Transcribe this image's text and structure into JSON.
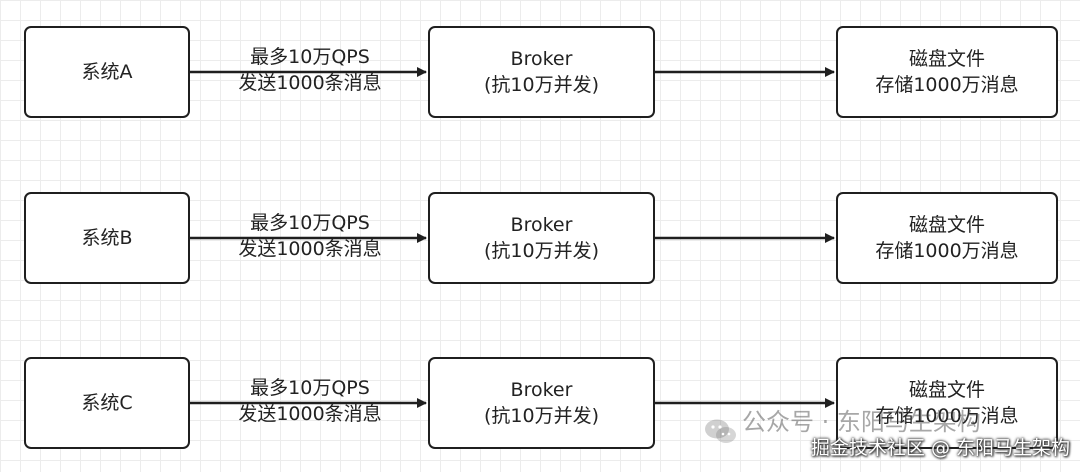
{
  "rows": [
    {
      "source": "系统A",
      "edge_label": [
        "最多10万QPS",
        "发送1000条消息"
      ],
      "broker": [
        "Broker",
        "(抗10万并发)"
      ],
      "storage": [
        "磁盘文件",
        "存储1000万消息"
      ]
    },
    {
      "source": "系统B",
      "edge_label": [
        "最多10万QPS",
        "发送1000条消息"
      ],
      "broker": [
        "Broker",
        "(抗10万并发)"
      ],
      "storage": [
        "磁盘文件",
        "存储1000万消息"
      ]
    },
    {
      "source": "系统C",
      "edge_label": [
        "最多10万QPS",
        "发送1000条消息"
      ],
      "broker": [
        "Broker",
        "(抗10万并发)"
      ],
      "storage": [
        "磁盘文件",
        "存储1000万消息"
      ]
    }
  ],
  "watermark": {
    "text": "公众号 · 东阳马生架构",
    "icon": "wechat-icon"
  },
  "credit": "掘金技术社区 @ 东阳马生架构"
}
